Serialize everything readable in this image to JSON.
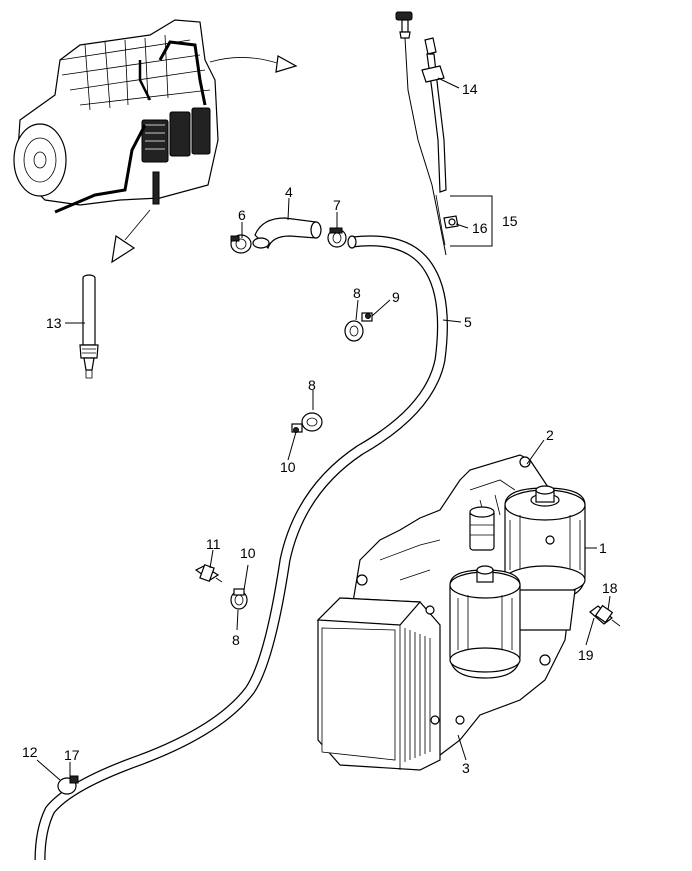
{
  "diagram": {
    "callouts": [
      {
        "id": "c1",
        "text": "1"
      },
      {
        "id": "c2",
        "text": "2"
      },
      {
        "id": "c3",
        "text": "3"
      },
      {
        "id": "c4",
        "text": "4"
      },
      {
        "id": "c5",
        "text": "5"
      },
      {
        "id": "c6",
        "text": "6"
      },
      {
        "id": "c7",
        "text": "7"
      },
      {
        "id": "c8a",
        "text": "8"
      },
      {
        "id": "c8b",
        "text": "8"
      },
      {
        "id": "c8c",
        "text": "8"
      },
      {
        "id": "c9",
        "text": "9"
      },
      {
        "id": "c10a",
        "text": "10"
      },
      {
        "id": "c10b",
        "text": "10"
      },
      {
        "id": "c11",
        "text": "11"
      },
      {
        "id": "c12",
        "text": "12"
      },
      {
        "id": "c13",
        "text": "13"
      },
      {
        "id": "c14",
        "text": "14"
      },
      {
        "id": "c15",
        "text": "15"
      },
      {
        "id": "c16",
        "text": "16"
      },
      {
        "id": "c17",
        "text": "17"
      },
      {
        "id": "c18",
        "text": "18"
      },
      {
        "id": "c19",
        "text": "19"
      }
    ]
  }
}
